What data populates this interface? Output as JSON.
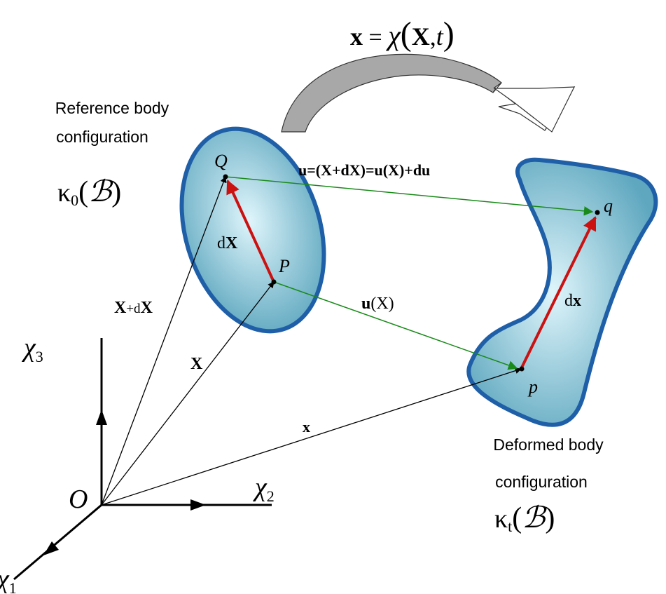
{
  "formula": {
    "lhs": "x",
    "eq": " = ",
    "chi": "χ",
    "arg_X": "X",
    "arg_t": "t"
  },
  "reference": {
    "line1": "Reference body",
    "line2": "configuration",
    "kappa": "κ",
    "sub": "0",
    "body": "ℬ"
  },
  "deformed": {
    "line1": "Deformed body",
    "line2": "configuration",
    "kappa": "κ",
    "sub": "t",
    "body": "ℬ"
  },
  "points": {
    "Q": "Q",
    "P": "P",
    "q": "q",
    "p": "p",
    "O": "O"
  },
  "vectors": {
    "dX_d": "d",
    "dX_X": "X",
    "XdX_X": "X",
    "XdX_plus": "+d",
    "XdX_X2": "X",
    "X": "X",
    "x": "x",
    "dx_d": "d",
    "dx_x": "x",
    "uX_u": "u",
    "uX_arg": "(X)",
    "udX": "u=(X+dX)=u(X)+du"
  },
  "axes": {
    "x1": "χ",
    "x1_sub": "1",
    "x2": "χ",
    "x2_sub": "2",
    "x3": "χ",
    "x3_sub": "3"
  },
  "colors": {
    "body_stroke": "#1f5fa8",
    "body_fill_center": "#d6f1f9",
    "body_fill_edge": "#6fb3c9",
    "red": "#cc1111",
    "green": "#1a8a1a",
    "arrow_gray": "#a8a8a8"
  }
}
